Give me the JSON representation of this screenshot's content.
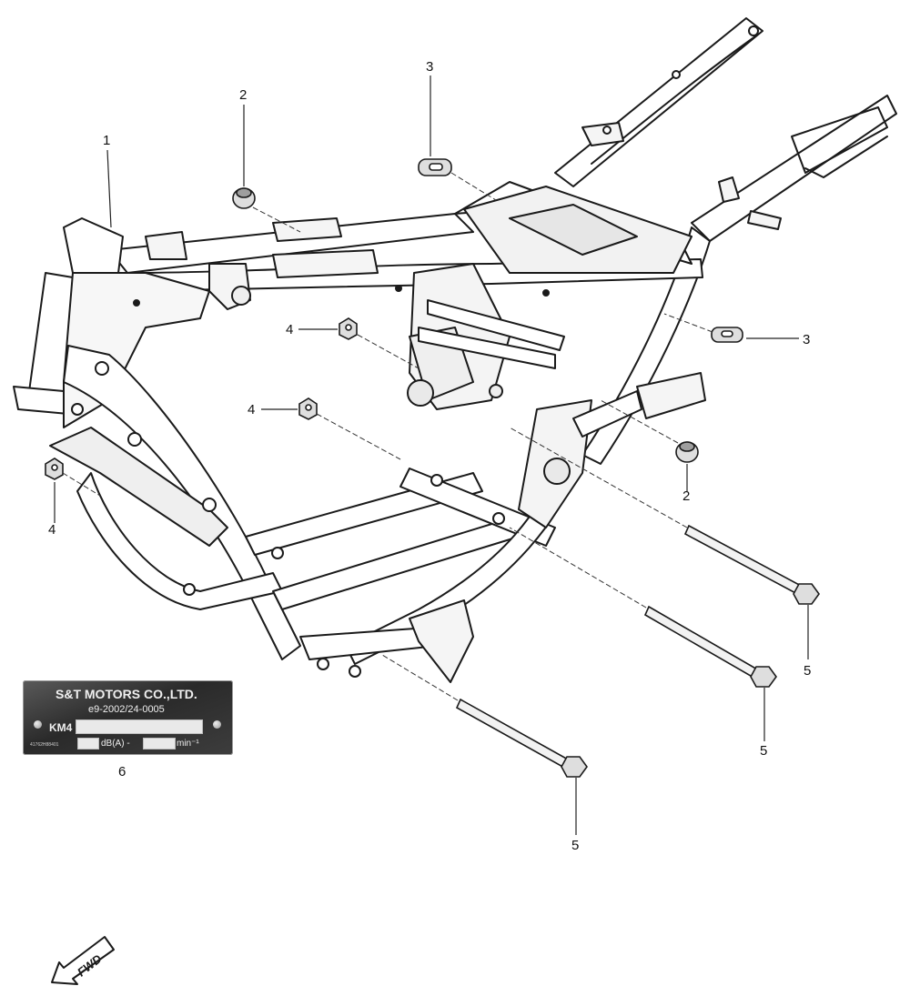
{
  "callouts": [
    {
      "id": "c1",
      "text": "1"
    },
    {
      "id": "c2a",
      "text": "2"
    },
    {
      "id": "c2b",
      "text": "2"
    },
    {
      "id": "c3a",
      "text": "3"
    },
    {
      "id": "c3b",
      "text": "3"
    },
    {
      "id": "c4a",
      "text": "4"
    },
    {
      "id": "c4b",
      "text": "4"
    },
    {
      "id": "c4c",
      "text": "4"
    },
    {
      "id": "c5a",
      "text": "5"
    },
    {
      "id": "c5b",
      "text": "5"
    },
    {
      "id": "c5c",
      "text": "5"
    },
    {
      "id": "c6",
      "text": "6"
    }
  ],
  "plate": {
    "maker": "S&T MOTORS CO.,LTD.",
    "approval": "e9-2002/24-0005",
    "model": "KM4",
    "db_unit": "dB(A) -",
    "rpm_unit": "min⁻¹",
    "part_code": "41762H88401"
  },
  "fwd_label": "FWD",
  "colors": {
    "line": "#1a1a1a",
    "frame_fill": "#ffffff",
    "shade": "#d9d9d9",
    "plate": "#2e2e2e"
  }
}
